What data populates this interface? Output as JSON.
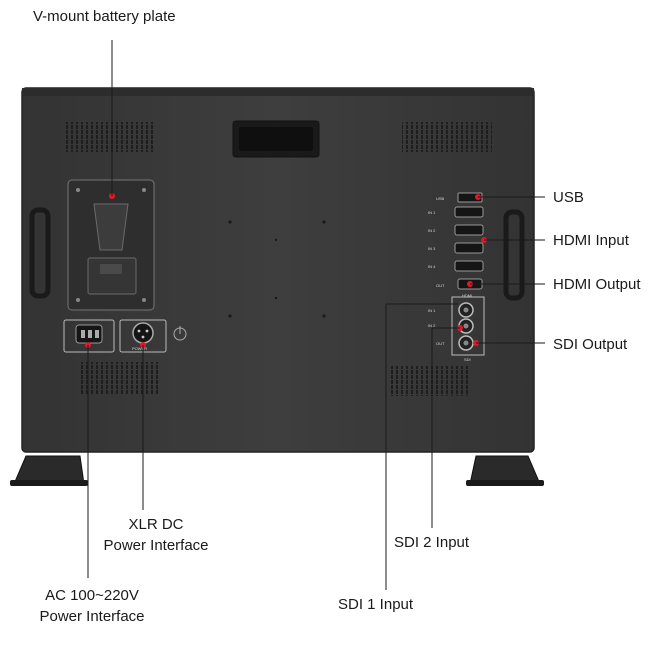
{
  "callouts": {
    "battery_plate": "V-mount battery plate",
    "usb": "USB",
    "hdmi_input": "HDMI Input",
    "hdmi_output": "HDMI Output",
    "sdi_output": "SDI Output",
    "xlr_dc_line1": "XLR DC",
    "xlr_dc_line2": "Power Interface",
    "ac_line1": "AC 100~220V",
    "ac_line2": "Power Interface",
    "sdi2_input": "SDI 2 Input",
    "sdi1_input": "SDI 1 Input"
  },
  "panel_labels": {
    "usb": "USB",
    "in1": "IN 1",
    "in2": "IN 2",
    "in3": "IN 3",
    "in4": "IN 4",
    "hdmi_out": "OUT",
    "hdmi": "HDMI",
    "sdi_in1": "IN 1",
    "sdi_in2": "IN 2",
    "sdi_out": "OUT",
    "sdi": "SDI",
    "power": "POWER"
  },
  "colors": {
    "housing": "#3a3a3a",
    "marker": "#e0182a",
    "leader": "#1a1a1a"
  }
}
